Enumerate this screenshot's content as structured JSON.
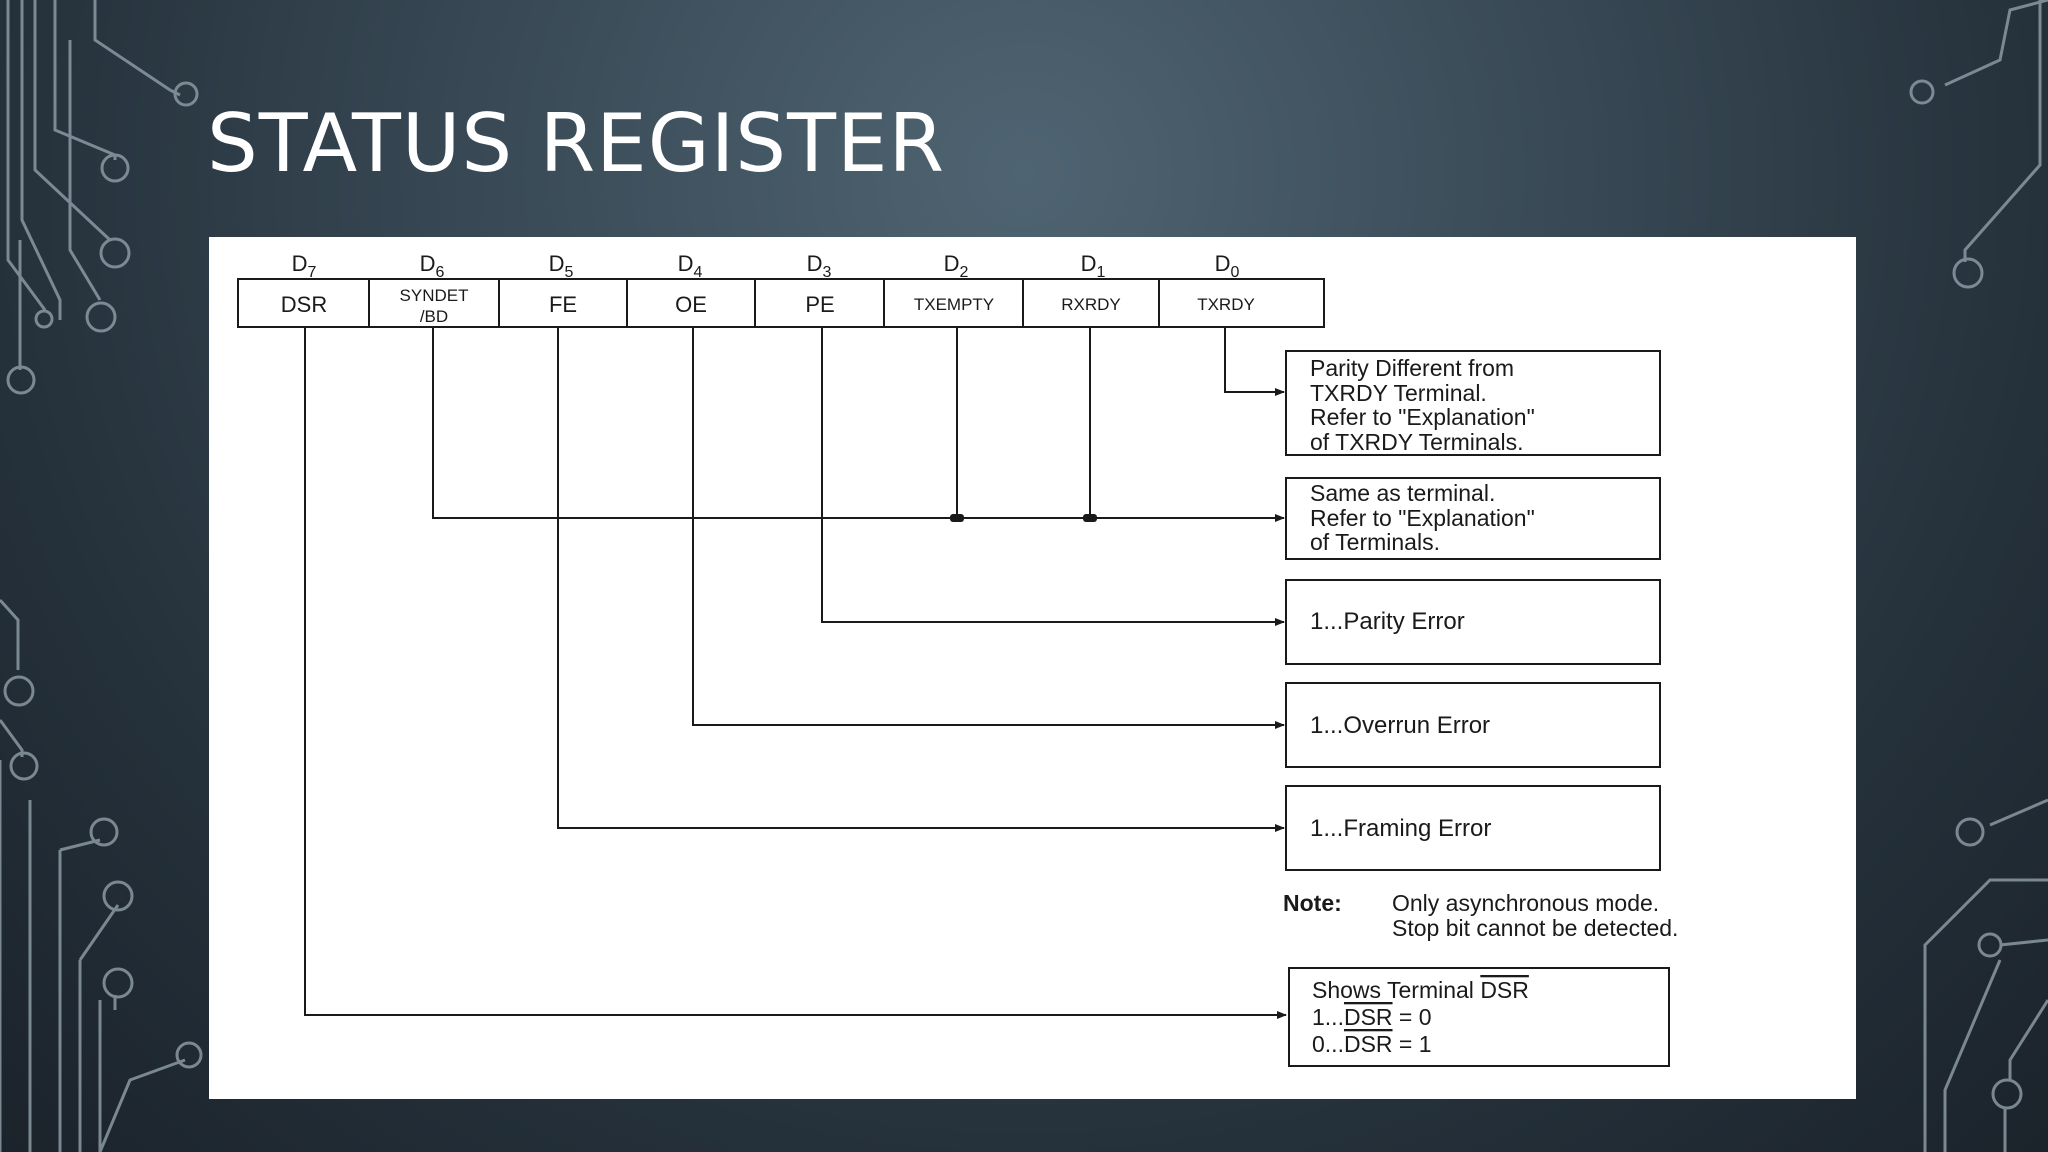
{
  "slide": {
    "title": "STATUS REGISTER"
  },
  "register": {
    "bits": [
      {
        "label": "D",
        "sub": "7",
        "field": "DSR"
      },
      {
        "label": "D",
        "sub": "6",
        "field_line1": "SYNDET",
        "field_line2": "/BD"
      },
      {
        "label": "D",
        "sub": "5",
        "field": "FE"
      },
      {
        "label": "D",
        "sub": "4",
        "field": "OE"
      },
      {
        "label": "D",
        "sub": "3",
        "field": "PE"
      },
      {
        "label": "D",
        "sub": "2",
        "field": "TXEMPTY"
      },
      {
        "label": "D",
        "sub": "1",
        "field": "RXRDY"
      },
      {
        "label": "D",
        "sub": "0",
        "field": "TXRDY"
      }
    ]
  },
  "descriptions": {
    "txrdy": [
      "Parity Different from",
      "TXRDY Terminal.",
      "Refer to \"Explanation\"",
      "of TXRDY Terminals."
    ],
    "terminal": [
      "Same as terminal.",
      "Refer to \"Explanation\"",
      "of Terminals."
    ],
    "parity": "1...Parity Error",
    "overrun": "1...Overrun Error",
    "framing": "1...Framing Error",
    "note_label": "Note:",
    "note_lines": [
      "Only asynchronous mode.",
      "Stop bit cannot be detected."
    ],
    "dsr": {
      "line1_prefix": "Shows Terminal ",
      "line1_signal": "DSR",
      "line2_prefix": "1...",
      "line2_signal": "DSR",
      "line2_suffix": " = 0",
      "line3_prefix": "0...",
      "line3_signal": "DSR",
      "line3_suffix": " = 1"
    }
  },
  "colors": {
    "background": "#2c3a45",
    "title": "#ffffff",
    "decoration": "#8a99a3",
    "figure_bg": "#ffffff",
    "ink": "#1a1a1a"
  }
}
